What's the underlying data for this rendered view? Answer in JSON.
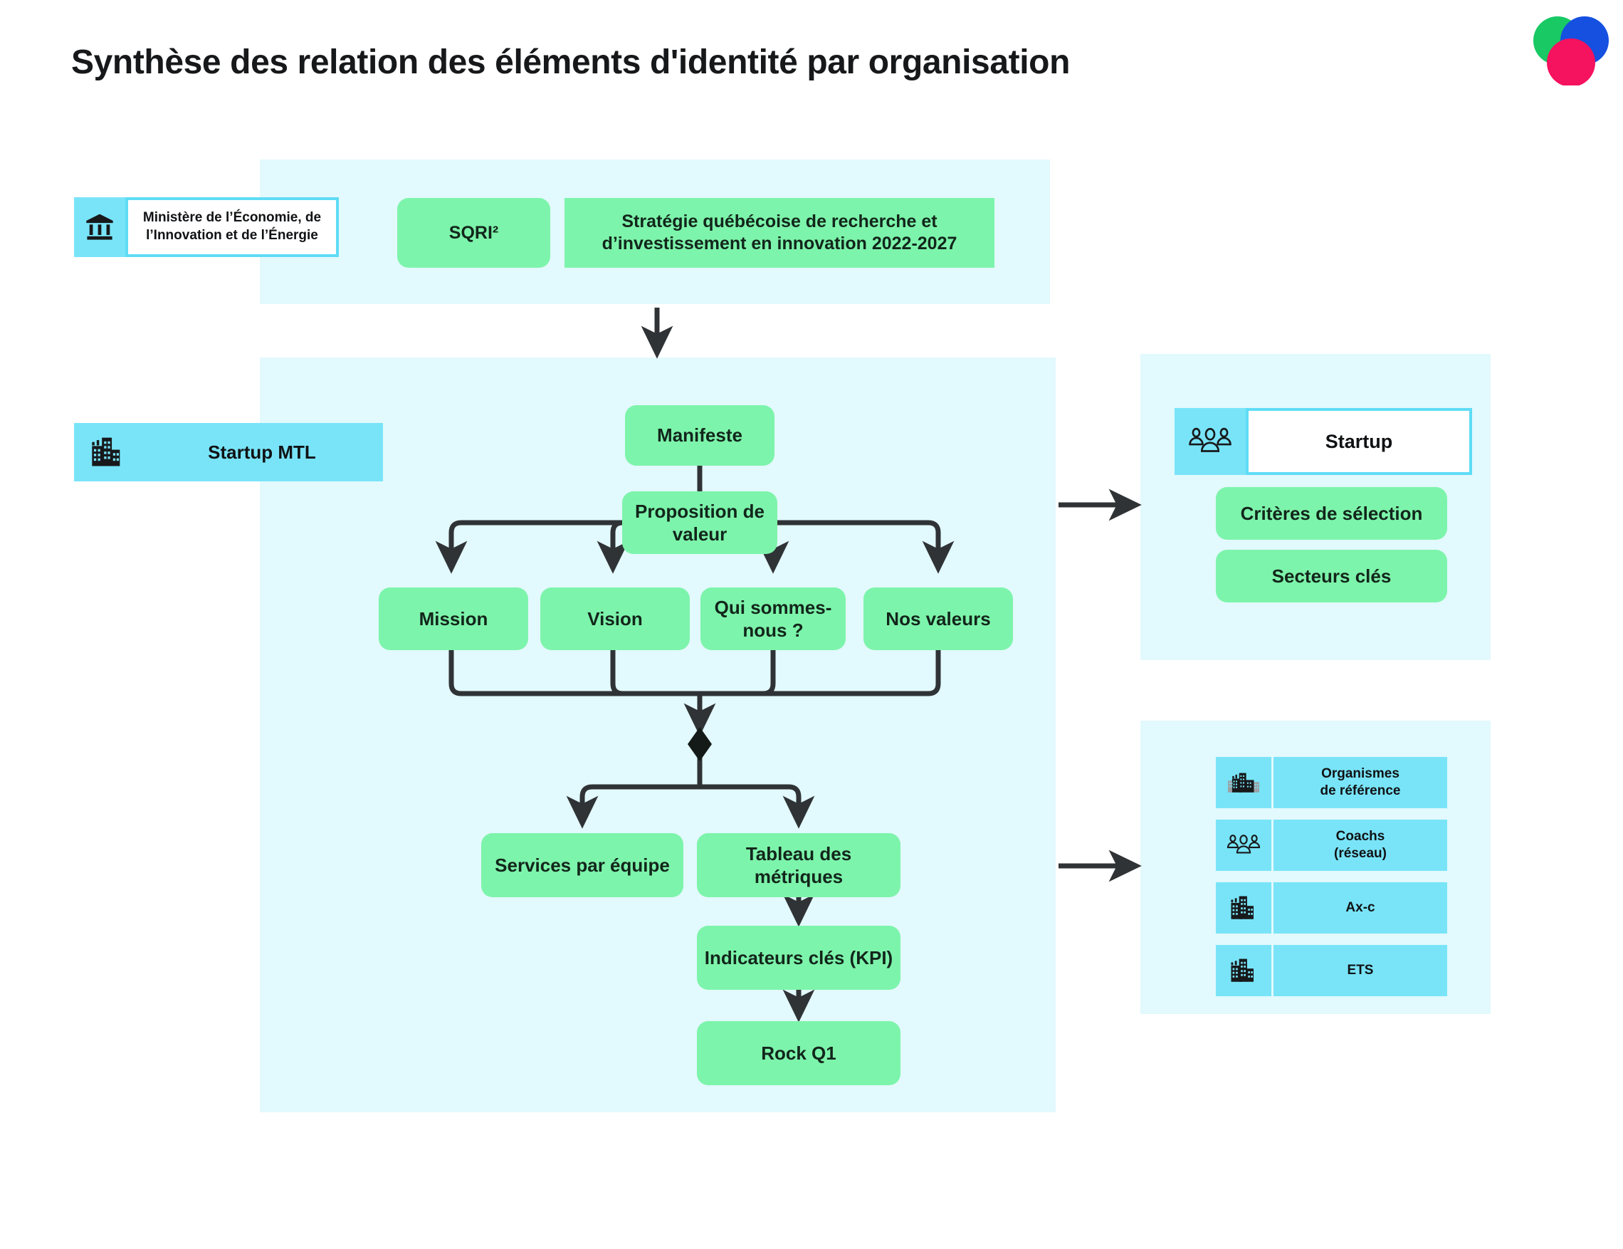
{
  "page": {
    "title": "Synthèse des relation des éléments d'identité par organisation"
  },
  "logo": {
    "name": "three-overlapping-circles-logo",
    "colors": [
      "#18c964",
      "#1550e0",
      "#f5125e"
    ]
  },
  "theme": {
    "panel_bg": "#e2f9fd",
    "chip_cyan": "#79e4f8",
    "node_green": "#7df4ab",
    "ink": "#2f3336",
    "text": "#101214"
  },
  "government_band": {
    "organisation": {
      "icon": "bank-institution-icon",
      "label": "Ministère de l’Économie, de l’Innovation et de l’Énergie"
    },
    "nodes": [
      {
        "id": "sqri",
        "label": "SQRI²"
      },
      {
        "id": "strategy",
        "label": "Stratégie québécoise de recherche et d’investissement en innovation 2022-2027"
      }
    ]
  },
  "core_band": {
    "organisation": {
      "icon": "city-buildings-icon",
      "label": "Startup MTL"
    },
    "nodes": [
      {
        "id": "manifeste",
        "label": "Manifeste"
      },
      {
        "id": "proposition",
        "label": "Proposition de valeur"
      },
      {
        "id": "mission",
        "label": "Mission"
      },
      {
        "id": "vision",
        "label": "Vision"
      },
      {
        "id": "qui",
        "label": "Qui sommes-nous ?"
      },
      {
        "id": "valeurs",
        "label": "Nos valeurs"
      },
      {
        "id": "services",
        "label": "Services par équipe"
      },
      {
        "id": "tableau",
        "label": "Tableau des métriques"
      },
      {
        "id": "kpi",
        "label": "Indicateurs clés (KPI)"
      },
      {
        "id": "rock",
        "label": "Rock Q1"
      }
    ]
  },
  "startup_band": {
    "organisation": {
      "icon": "people-group-icon",
      "label": "Startup"
    },
    "nodes": [
      {
        "id": "criteres",
        "label": "Critères de sélection"
      },
      {
        "id": "secteurs",
        "label": "Secteurs clés"
      }
    ]
  },
  "partners_band": {
    "rows": [
      {
        "icon": "cityscape-icon",
        "label": "Organismes\nde référence"
      },
      {
        "icon": "people-group-icon",
        "label": "Coachs\n(réseau)"
      },
      {
        "icon": "city-buildings-icon",
        "label": "Ax-c"
      },
      {
        "icon": "city-buildings-icon",
        "label": "ETS"
      }
    ]
  }
}
